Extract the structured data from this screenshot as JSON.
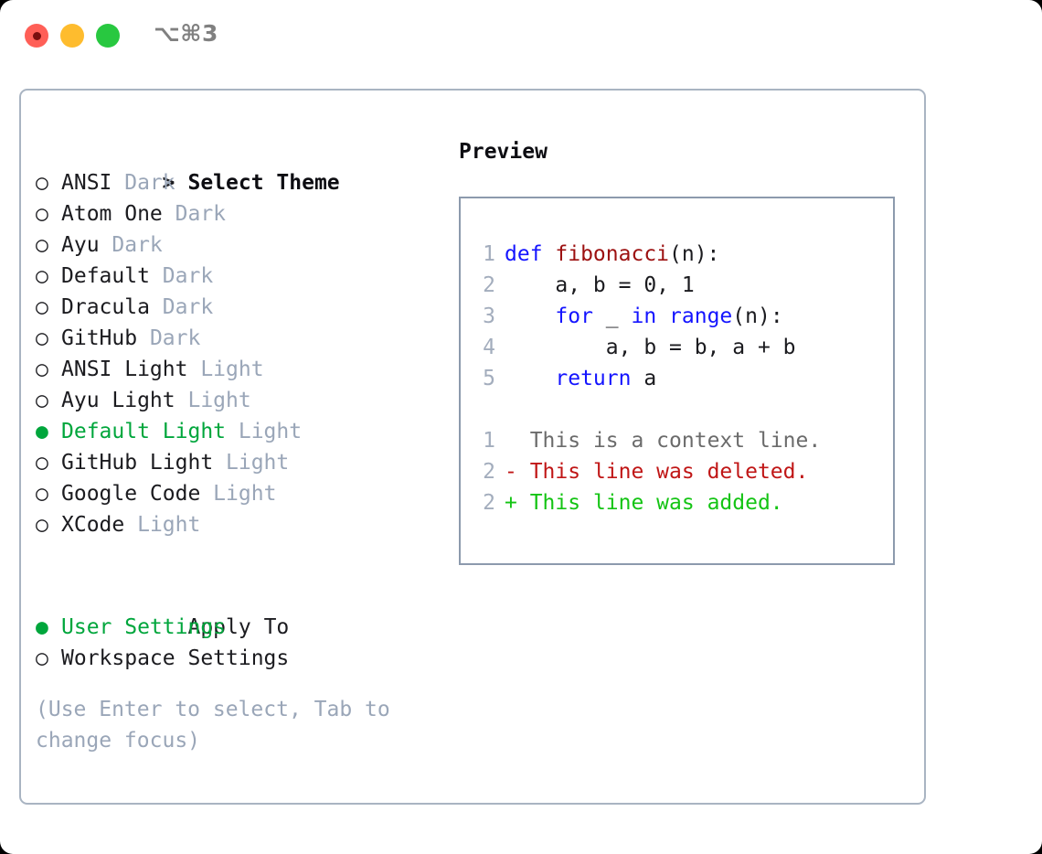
{
  "window": {
    "title": "⌥⌘3",
    "lights": [
      "close",
      "minimize",
      "zoom"
    ]
  },
  "theme_picker": {
    "header": {
      "prefix": "> ",
      "label": "Select Theme"
    },
    "items": [
      {
        "marker": "○",
        "label": "ANSI",
        "tag": "Dark",
        "selected": false
      },
      {
        "marker": "○",
        "label": "Atom One",
        "tag": "Dark",
        "selected": false
      },
      {
        "marker": "○",
        "label": "Ayu",
        "tag": "Dark",
        "selected": false
      },
      {
        "marker": "○",
        "label": "Default",
        "tag": "Dark",
        "selected": false
      },
      {
        "marker": "○",
        "label": "Dracula",
        "tag": "Dark",
        "selected": false
      },
      {
        "marker": "○",
        "label": "GitHub",
        "tag": "Dark",
        "selected": false
      },
      {
        "marker": "○",
        "label": "ANSI Light",
        "tag": "Light",
        "selected": false
      },
      {
        "marker": "○",
        "label": "Ayu Light",
        "tag": "Light",
        "selected": false
      },
      {
        "marker": "●",
        "label": "Default Light",
        "tag": "Light",
        "selected": true
      },
      {
        "marker": "○",
        "label": "GitHub Light",
        "tag": "Light",
        "selected": false
      },
      {
        "marker": "○",
        "label": "Google Code",
        "tag": "Light",
        "selected": false
      },
      {
        "marker": "○",
        "label": "XCode",
        "tag": "Light",
        "selected": false
      }
    ]
  },
  "apply_to": {
    "header": {
      "marker": " ",
      "label": "Apply To"
    },
    "items": [
      {
        "marker": "●",
        "label": "User Settings",
        "selected": true
      },
      {
        "marker": "○",
        "label": "Workspace Settings",
        "selected": false
      }
    ]
  },
  "hint": "(Use Enter to select, Tab to change focus)",
  "preview": {
    "title": "Preview",
    "code_lines": [
      {
        "num": "1",
        "indent": 0,
        "tokens": [
          {
            "t": "def ",
            "c": "kw"
          },
          {
            "t": "fibonacci",
            "c": "fn"
          },
          {
            "t": "(n):",
            "c": "pl"
          }
        ]
      },
      {
        "num": "2",
        "indent": 1,
        "tokens": [
          {
            "t": "a, b = 0, 1",
            "c": "pl"
          }
        ]
      },
      {
        "num": "3",
        "indent": 1,
        "tokens": [
          {
            "t": "for ",
            "c": "kw"
          },
          {
            "t": "_ ",
            "c": "pl"
          },
          {
            "t": "in ",
            "c": "kw"
          },
          {
            "t": "range",
            "c": "kw"
          },
          {
            "t": "(n):",
            "c": "pl"
          }
        ]
      },
      {
        "num": "4",
        "indent": 2,
        "tokens": [
          {
            "t": "a, b = b, a + b",
            "c": "pl"
          }
        ]
      },
      {
        "num": "5",
        "indent": 1,
        "tokens": [
          {
            "t": "return ",
            "c": "kw"
          },
          {
            "t": "a",
            "c": "pl"
          }
        ]
      }
    ],
    "diff_lines": [
      {
        "num": "1",
        "sign": "  ",
        "text": "This is a context line.",
        "kind": "ctx"
      },
      {
        "num": "2",
        "sign": "- ",
        "text": "This line was deleted.",
        "kind": "del"
      },
      {
        "num": "2",
        "sign": "+ ",
        "text": "This line was added.",
        "kind": "add"
      }
    ]
  },
  "colors": {
    "accent_green": "#00a63c",
    "muted": "#9aa6b8",
    "keyword": "#1414ff",
    "function": "#9c1010",
    "diff_added": "#14c414",
    "diff_deleted": "#c01616",
    "border": "#a9b4c2"
  }
}
